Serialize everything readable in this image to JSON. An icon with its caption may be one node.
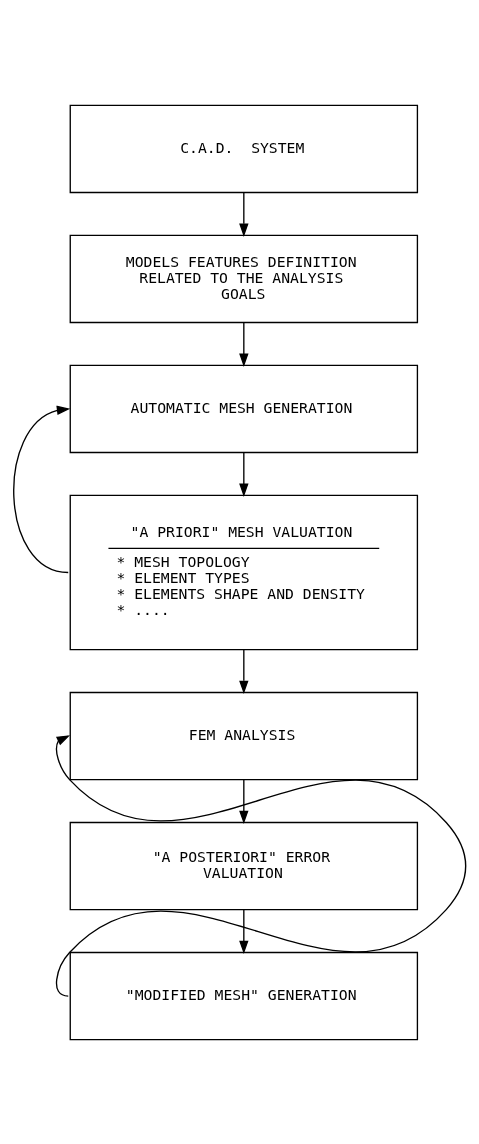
{
  "diagram": {
    "nodes": [
      {
        "text": [
          "C.A.D.  SYSTEM"
        ]
      },
      {
        "text": [
          "MODELS FEATURES DEFINITION RELATED TO THE ANALYSIS GOALS"
        ]
      },
      {
        "text": [
          "AUTOMATIC MESH GENERATION"
        ]
      },
      {
        "text": [
          "\"A PRIORI\" MESH VALUATION",
          "* MESH TOPOLOGY",
          "* ELEMENT TYPES",
          "* ELEMENTS SHAPE AND DENSITY",
          "* ...."
        ]
      },
      {
        "text": [
          "FEM ANALYSIS"
        ]
      },
      {
        "text": [
          "\"A POSTERIORI\" ERROR VALUATION"
        ]
      },
      {
        "text": [
          "\"MODIFIED MESH\" GENERATION"
        ]
      }
    ],
    "edges": [
      {
        "from": 0,
        "to": 1,
        "arrow": "to"
      },
      {
        "from": 1,
        "to": 2,
        "arrow": "to"
      },
      {
        "from": 2,
        "to": 3,
        "arrow": "to"
      },
      {
        "from": 3,
        "to": 2,
        "arrow": "to"
      },
      {
        "from": 3,
        "to": 4,
        "arrow": "to"
      },
      {
        "from": 4,
        "to": 5,
        "arrow": "to"
      },
      {
        "from": 5,
        "to": 6,
        "arrow": "to"
      },
      {
        "from": 6,
        "to": 4,
        "arrow": "to"
      }
    ]
  }
}
